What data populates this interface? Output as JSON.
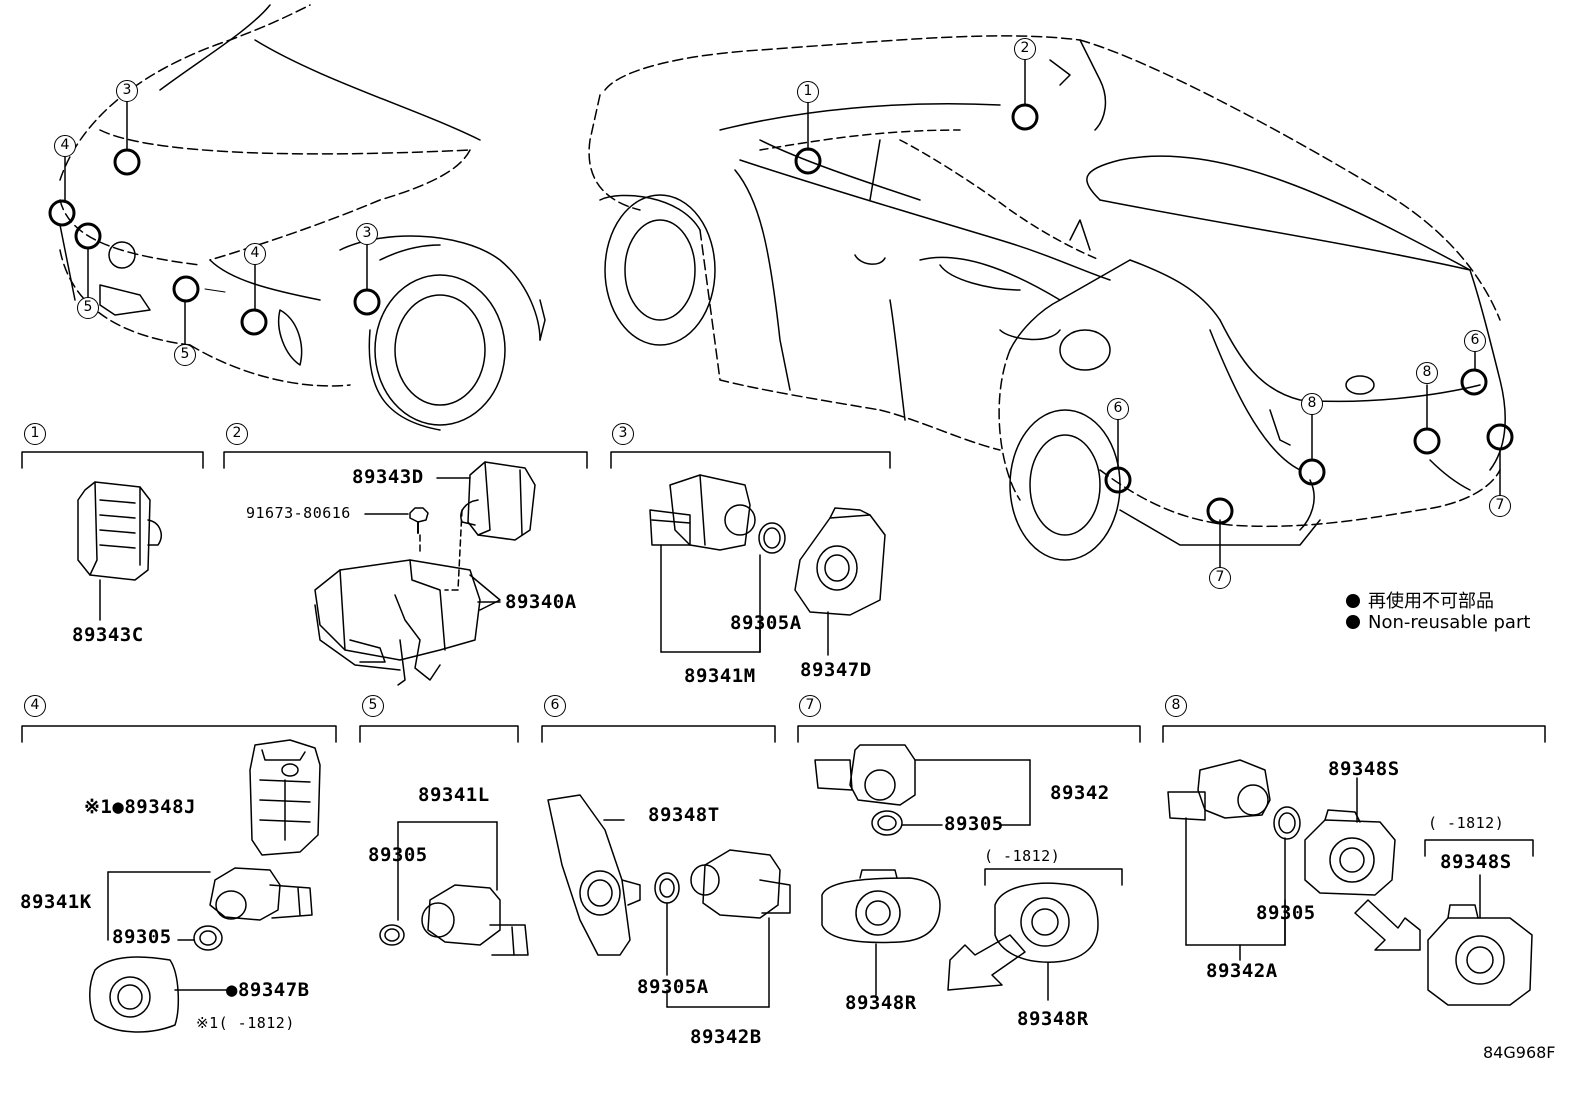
{
  "panel_numbers": [
    "1",
    "2",
    "3",
    "4",
    "5",
    "6",
    "7",
    "8"
  ],
  "callouts": {
    "n1": "1",
    "n2": "2",
    "n3": "3",
    "n4": "4",
    "n5": "5",
    "n6": "6",
    "n7": "7",
    "n8": "8"
  },
  "parts": {
    "p1_sensor": "89343C",
    "p2_unit": "89343D",
    "p2_bolt": "91673-80616",
    "p2_ecu": "89340A",
    "p3_ring": "89305A",
    "p3_sensor": "89341M",
    "p3_holder": "89347D",
    "p4_retainer": "89348J",
    "p4_retainer_prefix": "※1●",
    "p4_sensor": "89341K",
    "p4_ring": "89305",
    "p4_holder": "89347B",
    "p4_holder_prefix": "●",
    "p4_note": "※1(     -1812)",
    "p5_sensor": "89341L",
    "p5_ring": "89305",
    "p6_holder": "89348T",
    "p6_ring": "89305A",
    "p6_sensor": "89342B",
    "p7_sensor": "89342",
    "p7_ring": "89305",
    "p7_holder_new": "89348R",
    "p7_holder_old": "89348R",
    "p7_note": "(    -1812)",
    "p8_holder_new": "89348S",
    "p8_ring": "89305",
    "p8_sensor": "89342A",
    "p8_note": "(    -1812)",
    "p8_holder_old": "89348S"
  },
  "legend": {
    "jp": "再使用不可部品",
    "en": "Non-reusable part"
  },
  "drawing_code": "84G968F"
}
